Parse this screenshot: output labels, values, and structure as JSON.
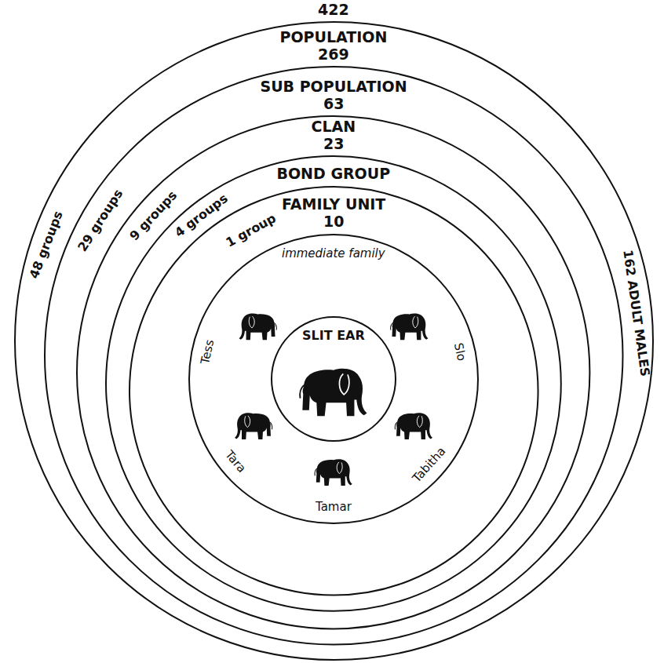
{
  "diagram": {
    "nodes": [
      {
        "text": [
          "422",
          "POPULATION",
          "48 groups",
          "162 ADULT MALES"
        ]
      },
      {
        "text": [
          "269",
          "SUB POPULATION",
          "29 groups"
        ],
        "in": 0
      },
      {
        "text": [
          "63",
          "CLAN",
          "9 groups"
        ],
        "in": 1
      },
      {
        "text": [
          "23",
          "BOND GROUP",
          "4 groups"
        ],
        "in": 2
      },
      {
        "text": [
          "FAMILY UNIT",
          "10",
          "1 group"
        ],
        "in": 3
      },
      {
        "text": [
          "immediate family",
          "Tess",
          "Tara",
          "Tamar",
          "Tabitha",
          "Slo"
        ],
        "in": 4
      },
      {
        "text": [
          "SLIT EAR"
        ],
        "in": 5
      }
    ]
  }
}
